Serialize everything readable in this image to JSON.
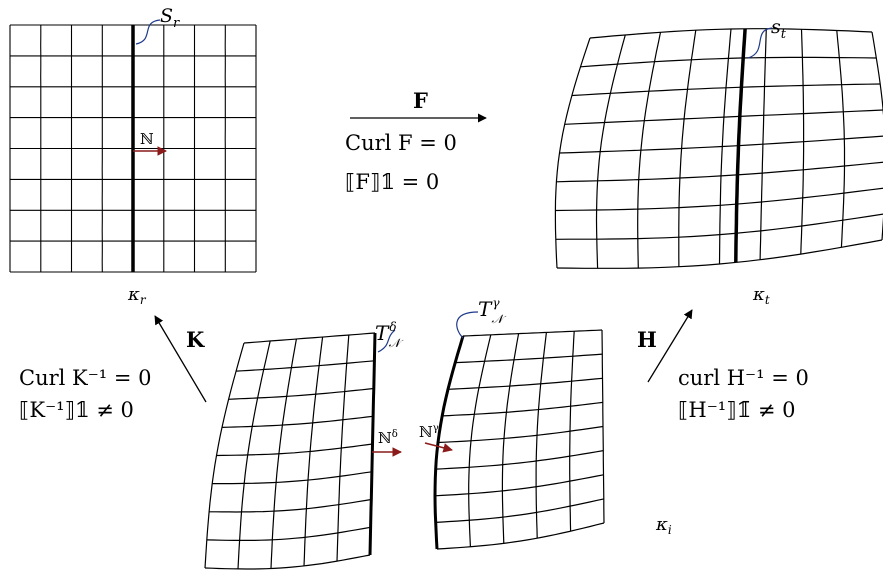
{
  "grid_ref": {
    "rows": 8,
    "cols": 8
  },
  "labels": {
    "S_r": "S",
    "S_r_sub": "r",
    "kappa_r": "κ",
    "kappa_r_sub": "r",
    "kappa_t": "κ",
    "kappa_t_sub": "t",
    "kappa_i": "κ",
    "kappa_i_sub": "i",
    "s_t": "s",
    "s_t_sub": "t",
    "N_ref": "ℕ",
    "N_delta": "ℕ",
    "N_delta_sup": "δ",
    "N_gamma": "ℕ",
    "N_gamma_sup": "γ",
    "T_delta": "T",
    "T_delta_sup": "δ",
    "T_delta_sub": "𝒩",
    "T_gamma": "T",
    "T_gamma_sup": "γ",
    "T_gamma_sub": "𝒩"
  },
  "arrows": {
    "F": {
      "symbol": "F",
      "eq1": "Curl F = 0",
      "eq2": "⟦F⟧𝟙 = 0"
    },
    "K": {
      "symbol": "K",
      "eq1": "Curl K⁻¹ = 0",
      "eq2": "⟦K⁻¹⟧𝟙 ≠ 0"
    },
    "H": {
      "symbol": "H",
      "eq1": "curl H⁻¹ = 0",
      "eq2": "⟦H⁻¹⟧𝟙̄ ≠ 0"
    }
  },
  "colors": {
    "lines": "#000000",
    "normal_arrow": "#8b1a1a",
    "leader": "#1f3a8a"
  }
}
